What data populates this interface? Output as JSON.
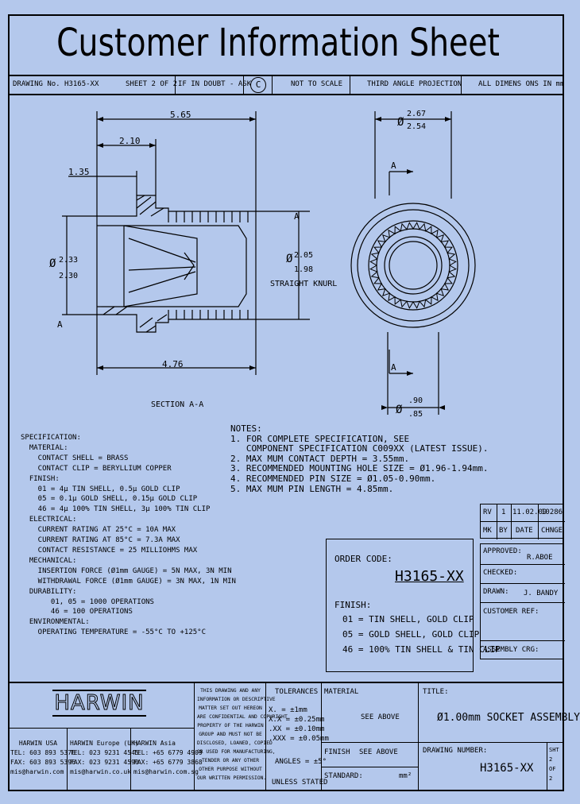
{
  "title": "Customer Information Sheet",
  "header": {
    "drawing_no": "DRAWING No. H3165-XX",
    "sheet": "SHEET 2 OF 2",
    "doubt": "IF IN DOUBT - ASK",
    "copyright": "C",
    "scale": "NOT TO SCALE",
    "projection": "THIRD ANGLE PROJECTION",
    "dimensions": "ALL DIMENS ONS IN mm"
  },
  "drawing": {
    "dim_565": "5.65",
    "dim_210": "2.10",
    "dim_135": "1.35",
    "dia_233": "2.33",
    "dia_230": "2.30",
    "dia_205": "2.05",
    "dia_198": "1.98",
    "knurl": "STRAIGHT KNURL",
    "dim_476": "4.76",
    "section": "SECTION A-A",
    "dia_267": "2.67",
    "dia_254": "2.54",
    "dia_090": ".90",
    "dia_085": ".85",
    "label_a": "A",
    "phi": "Ø"
  },
  "specification": [
    "SPECIFICATION:",
    "  MATERIAL:",
    "    CONTACT SHELL = BRASS",
    "    CONTACT CLIP = BERYLLIUM COPPER",
    "  FINISH:",
    "    01 = 4µ TIN SHELL, 0.5µ GOLD CLIP",
    "    05 = 0.1µ GOLD SHELL, 0.15µ GOLD CLIP",
    "    46 = 4µ 100% TIN SHELL, 3µ 100% TIN CLIP",
    "  ELECTRICAL:",
    "    CURRENT RATING AT 25°C = 10A MAX",
    "    CURRENT RATING AT 85°C = 7.3A MAX",
    "    CONTACT RESISTANCE = 25 MILLIOHMS MAX",
    "  MECHANICAL:",
    "    INSERTION FORCE (Ø1mm GAUGE) = 5N MAX, 3N MIN",
    "    WITHDRAWAL FORCE (Ø1mm GAUGE) = 3N MAX, 1N MIN",
    "  DURABILITY:",
    "       01, 05 = 1000 OPERATIONS",
    "       46 = 100 OPERATIONS",
    "  ENVIRONMENTAL:",
    "    OPERATING TEMPERATURE = -55°C TO +125°C"
  ],
  "notes": [
    "NOTES:",
    "1. FOR COMPLETE SPECIFICATION, SEE",
    "   COMPONENT SPECIFICATION C009XX (LATEST ISSUE).",
    "2. MAX MUM CONTACT DEPTH = 3.55mm.",
    "3. RECOMMENDED MOUNTING HOLE SIZE = Ø1.96-1.94mm.",
    "4. RECOMMENDED PIN SIZE = Ø1.05-0.90mm.",
    "5. MAX MUM PIN LENGTH = 4.85mm."
  ],
  "revision": {
    "rev_label": "RV",
    "rev": "1",
    "date": "11.02.09",
    "change": "10286",
    "h_mk": "MK",
    "h_by": "BY",
    "h_date": "DATE",
    "h_change": "CHNGE"
  },
  "approvals": {
    "approved_label": "APPROVED:",
    "approved_by": "R.ABOE",
    "checked_label": "CHECKED:",
    "drawn_label": "DRAWN:",
    "drawn_by": "J. BANDY",
    "customer_ref_label": "CUSTOMER REF:",
    "assembly_label": "ASSEMBLY CRG:"
  },
  "order": {
    "label": "ORDER CODE:",
    "code": "H3165-XX",
    "finish_label": "FINISH:",
    "finishes": [
      "01 = TIN SHELL, GOLD CLIP",
      "05 = GOLD SHELL, GOLD CLIP",
      "46 = 100% TIN SHELL & TIN CLIP"
    ]
  },
  "footer": {
    "logo": "HARWIN",
    "disclaimer": [
      "THIS DRAWING AND ANY",
      "INFORMATION OR DESCRIPTIVE",
      "MATTER SET OUT HEREON",
      "ARE CONFIDENTIAL AND COPYRIGHT",
      "PROPERTY OF THE HARWIN",
      "GROUP AND MUST NOT BE",
      "DISCLOSED, LOANED, COPIED",
      "OR USED FOR MANUFACTURING,",
      "TENDER OR ANY OTHER",
      "OTHER PURPOSE WITHOUT",
      "OUR WRITTEN PERMISSION."
    ],
    "tolerances_label": "TOLERANCES",
    "tolerances": [
      "X. = ±1mm",
      "X.X = ±0.25mm",
      ".XX = ±0.10mm",
      ".XXX = ±0.05mm"
    ],
    "angles": "ANGLES = ±5°",
    "unless": "UNLESS STATED",
    "material_label": "MATERIAL",
    "material_value": "SEE ABOVE",
    "finish_label": "FINISH",
    "finish_value": "SEE ABOVE",
    "standard_label": "STANDARD:",
    "area_unit": "mm²",
    "title_label": "TITLE:",
    "title_value": "Ø1.00mm SOCKET ASSEMBLY",
    "drawing_no_label": "DRAWING NUMBER:",
    "drawing_no": "H3165-XX",
    "sheet_side": [
      "SHT",
      "2",
      "OF",
      "2"
    ],
    "offices": [
      {
        "name": "HARWIN USA",
        "tel": "TEL: 603 893 5376",
        "fax": "FAX: 603 893 5396",
        "email": "mis@harwin.com"
      },
      {
        "name": "HARWIN Europe (UK)",
        "tel": "TEL: 023 9231 4545",
        "fax": "FAX: 023 9231 4590",
        "email": "mis@harwin.co.uk"
      },
      {
        "name": "HARWIN Asia",
        "tel": "TEL: +65 6779 4909",
        "fax": "FAX: +65 6779 3868",
        "email": "mis@harwin.com.sg"
      }
    ]
  }
}
